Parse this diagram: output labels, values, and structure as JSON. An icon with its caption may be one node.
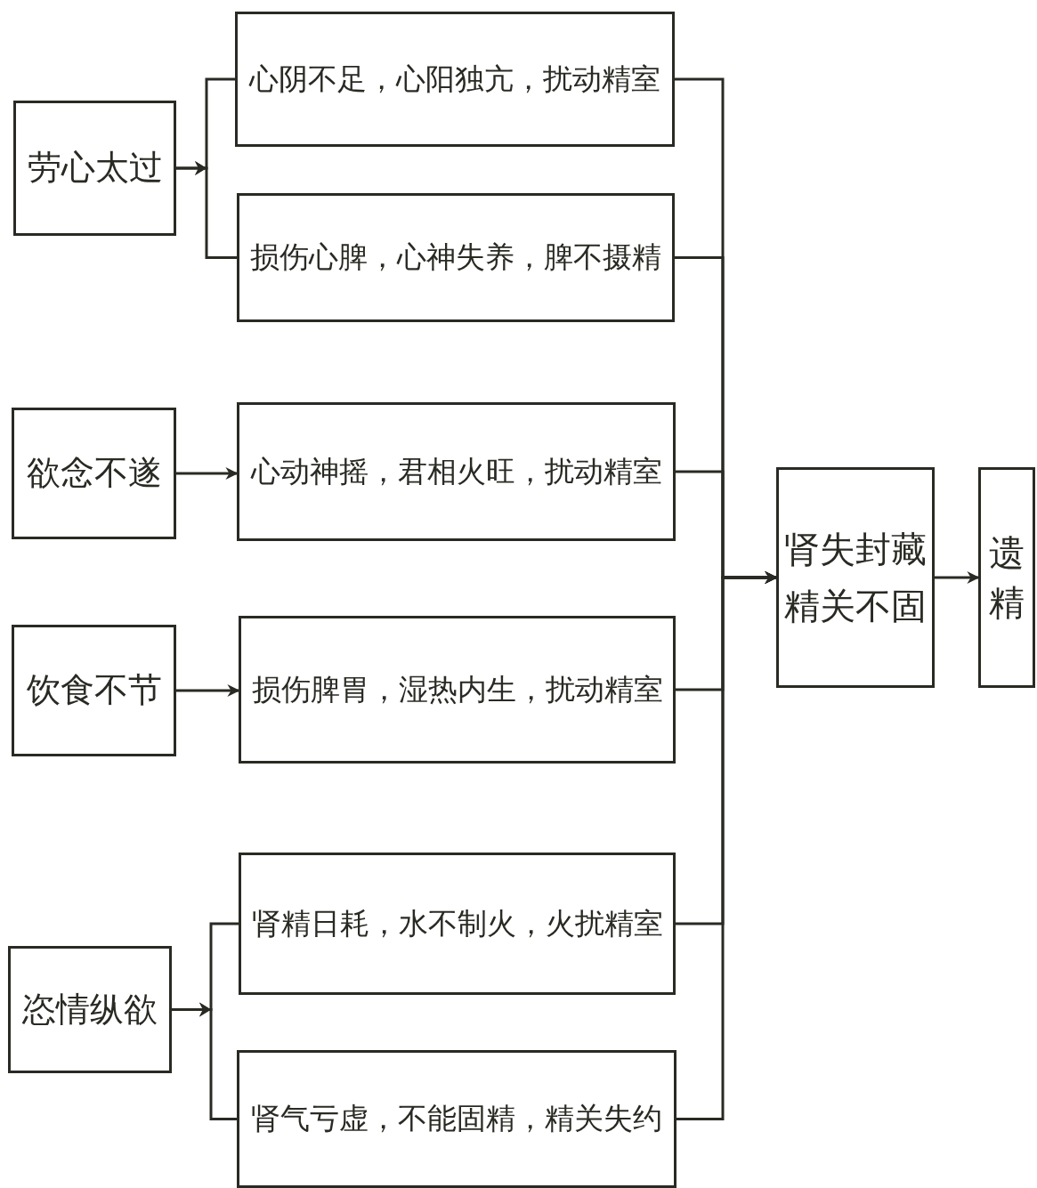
{
  "diagram": {
    "nodes": [
      {
        "text": [
          "劳心太过"
        ]
      },
      {
        "text": [
          "心阴不足，心阳独亢，扰动精室"
        ]
      },
      {
        "text": [
          "损伤心脾，心神失养，脾不摄精"
        ]
      },
      {
        "text": [
          "欲念不遂"
        ]
      },
      {
        "text": [
          "心动神摇，君相火旺，扰动精室"
        ]
      },
      {
        "text": [
          "饮食不节"
        ]
      },
      {
        "text": [
          "损伤脾胃，湿热内生，扰动精室"
        ]
      },
      {
        "text": [
          "肾精日耗，水不制火，火扰精室"
        ]
      },
      {
        "text": [
          "恣情纵欲"
        ]
      },
      {
        "text": [
          "肾气亏虚，不能固精，精关失约"
        ]
      },
      {
        "text": [
          "肾失封藏精关不固"
        ]
      },
      {
        "text": [
          "遗精"
        ]
      }
    ],
    "edges": [
      {
        "from": 0,
        "to": 1,
        "arrow": "to"
      },
      {
        "from": 0,
        "to": 2,
        "arrow": "to"
      },
      {
        "from": 3,
        "to": 4,
        "arrow": "to"
      },
      {
        "from": 5,
        "to": 6,
        "arrow": "to"
      },
      {
        "from": 8,
        "to": 7,
        "arrow": "to"
      },
      {
        "from": 8,
        "to": 9,
        "arrow": "to"
      },
      {
        "from": 1,
        "to": 10,
        "arrow": "to"
      },
      {
        "from": 2,
        "to": 10,
        "arrow": "to"
      },
      {
        "from": 4,
        "to": 10,
        "arrow": "to"
      },
      {
        "from": 6,
        "to": 10,
        "arrow": "to"
      },
      {
        "from": 7,
        "to": 10,
        "arrow": "to"
      },
      {
        "from": 9,
        "to": 10,
        "arrow": "to"
      },
      {
        "from": 10,
        "to": 11,
        "arrow": "to"
      }
    ]
  }
}
